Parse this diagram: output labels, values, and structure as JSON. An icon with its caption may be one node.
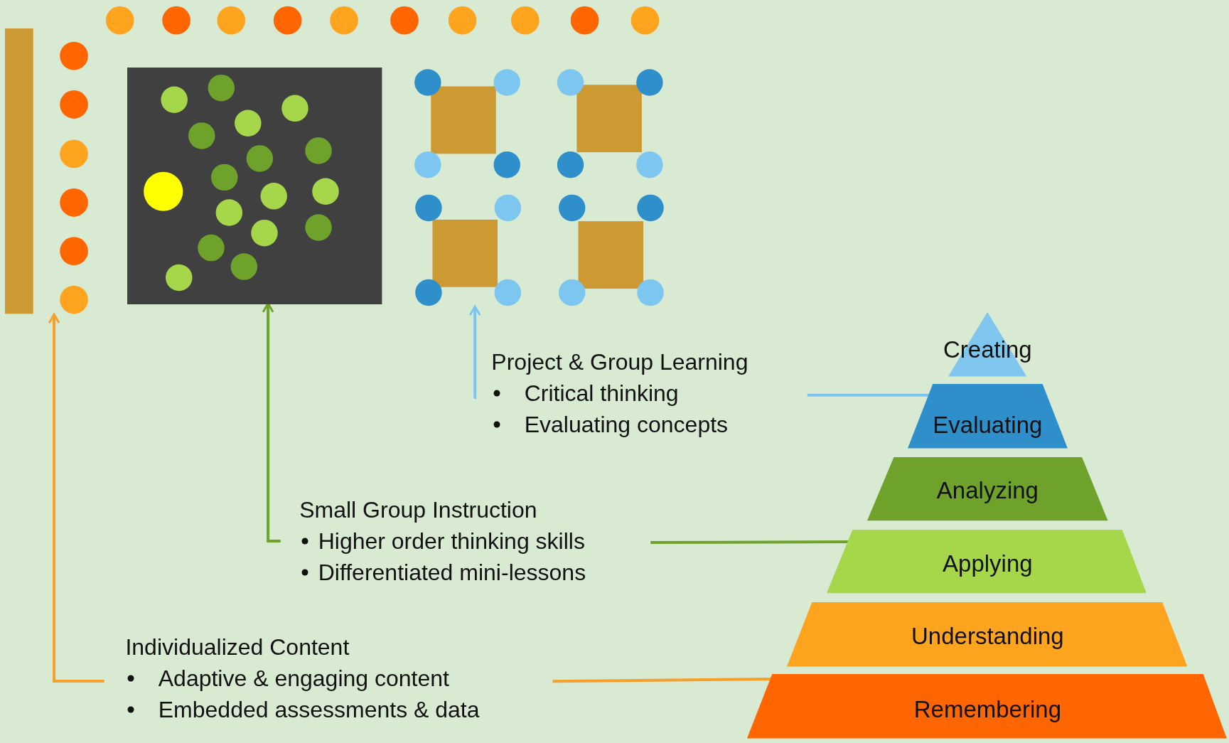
{
  "diagram": {
    "nodes": [
      {
        "text": [],
        "shape": "picture"
      },
      {
        "text": [],
        "shape": "picture"
      },
      {
        "text": [],
        "shape": "picture"
      },
      {
        "text": [
          "Project & Group Learning",
          "Critical thinking",
          "Evaluating concepts"
        ]
      },
      {
        "text": [
          "Small Group Instruction",
          "Higher order thinking skills",
          "Differentiated mini-lessons"
        ]
      },
      {
        "text": [
          "Individualized Content",
          "Adaptive & engaging content",
          "Embedded assessments & data"
        ]
      },
      {
        "text": [
          "Creating"
        ]
      },
      {
        "text": [
          "Evaluating"
        ]
      },
      {
        "text": [
          "Analyzing"
        ]
      },
      {
        "text": [
          "Applying"
        ]
      },
      {
        "text": [
          "Understanding"
        ]
      },
      {
        "text": [
          "Remembering"
        ]
      }
    ],
    "edges": [
      {
        "from": 3,
        "to": 2,
        "arrow": "to",
        "color": "#7cc4ee"
      },
      {
        "from": 4,
        "to": 1,
        "arrow": "to",
        "color": "#6fa22a"
      },
      {
        "from": 5,
        "to": 0,
        "arrow": "to",
        "color": "#f5a02a"
      },
      {
        "from": 7,
        "to": 3,
        "arrow": "none",
        "color": "#7cc4ee"
      },
      {
        "from": 9,
        "to": 4,
        "arrow": "none",
        "color": "#6fa22a"
      },
      {
        "from": 11,
        "to": 5,
        "arrow": "none",
        "color": "#f5a02a"
      }
    ]
  }
}
